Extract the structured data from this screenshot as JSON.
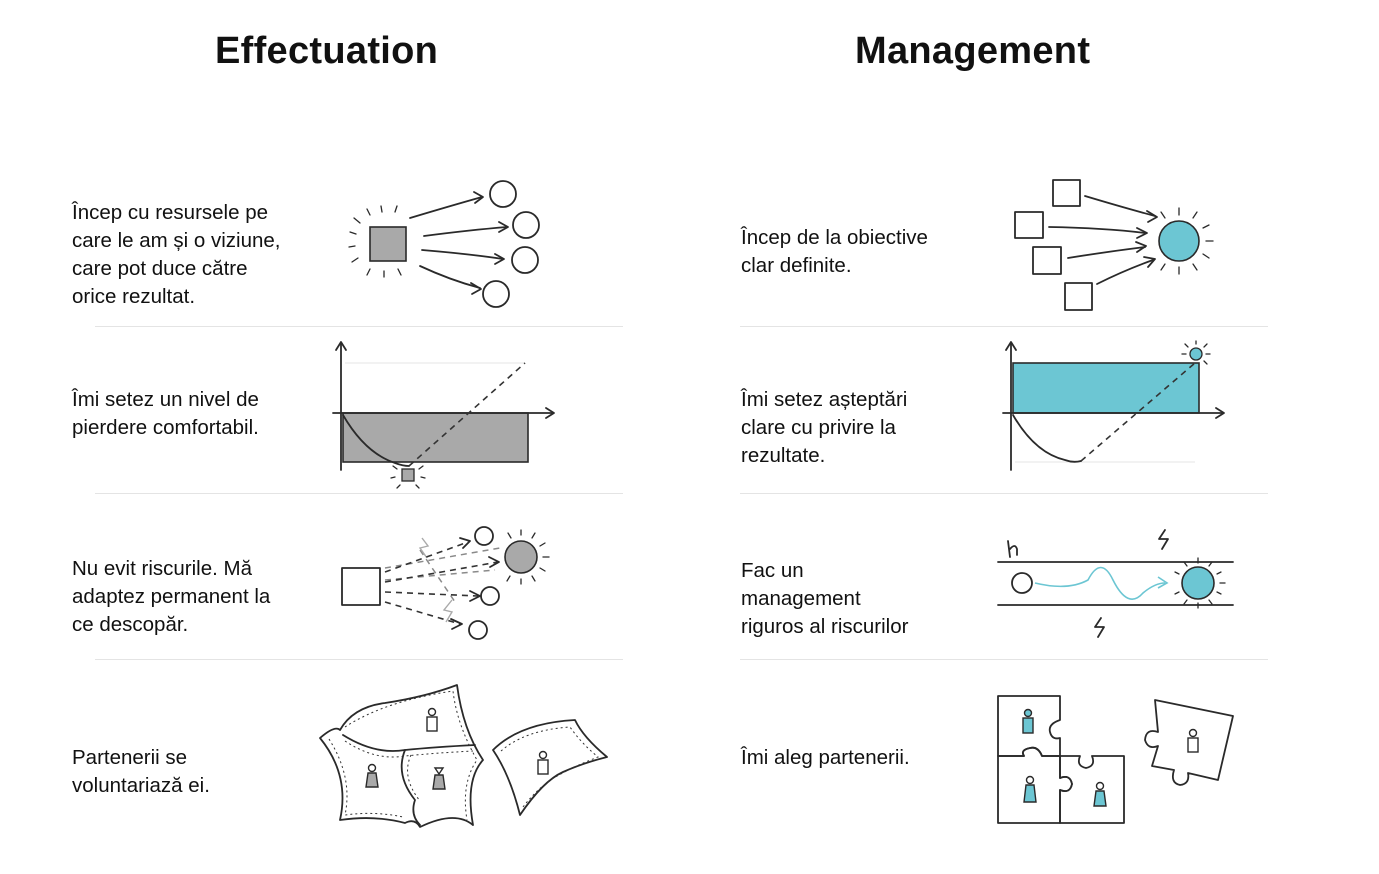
{
  "left_column": {
    "title": "Effectuation",
    "rows": [
      {
        "text": "Încep cu resursele pe\ncare le am și o viziune,\ncare pot duce către\norice rezultat.",
        "icon": "resources-to-outcomes-icon"
      },
      {
        "text": "Îmi setez un nivel de\npierdere comfortabil.",
        "icon": "affordable-loss-chart-icon"
      },
      {
        "text": "Nu evit riscurile. Mă\nadaptez permanent la\nce descopăr.",
        "icon": "adapt-to-surprises-icon"
      },
      {
        "text": "Partenerii se\nvoluntariază ei.",
        "icon": "patchwork-partners-icon"
      }
    ]
  },
  "right_column": {
    "title": "Management",
    "rows": [
      {
        "text": "Încep de la obiective\nclar definite.",
        "icon": "goal-driven-icon"
      },
      {
        "text": "Îmi setez așteptări\nclare cu privire la\nrezultate.",
        "icon": "expected-return-chart-icon"
      },
      {
        "text": "Fac un\nmanagement\nriguros al riscurilor",
        "icon": "risk-corridor-icon"
      },
      {
        "text": "Îmi aleg partenerii.",
        "icon": "puzzle-partners-icon"
      }
    ]
  },
  "colors": {
    "accent": "#6cc6d3",
    "gray_fill": "#a9a9a9",
    "ink": "#2a2a2a",
    "divider": "#e4e4e4"
  }
}
